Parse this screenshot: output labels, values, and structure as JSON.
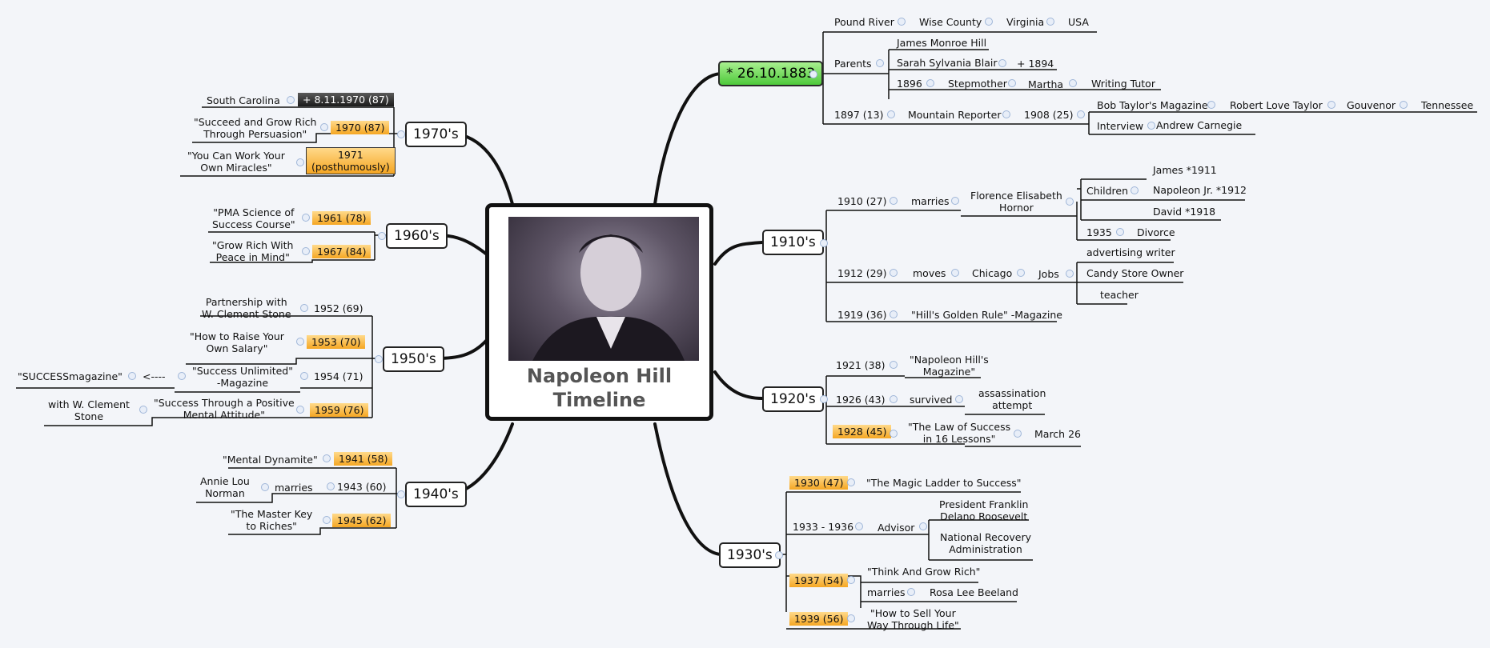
{
  "central": {
    "title_line1": "Napoleon Hill",
    "title_line2": "Timeline",
    "photo_icon": "portrait-photo-icon"
  },
  "branches": {
    "birth": "* 26.10.1883",
    "b1910s": "1910's",
    "b1920s": "1920's",
    "b1930s": "1930's",
    "b1940s": "1940's",
    "b1950s": "1950's",
    "b1960s": "1960's",
    "b1970s": "1970's"
  },
  "birth": {
    "pound_river": "Pound River",
    "wise_county": "Wise County",
    "virginia": "Virginia",
    "usa": "USA",
    "parents": "Parents",
    "james_monroe": "James Monroe Hill",
    "sarah": "Sarah Sylvania Blair",
    "plus1894": "+ 1894",
    "y1896": "1896",
    "stepmother": "Stepmother",
    "martha": "Martha",
    "writing_tutor": "Writing Tutor",
    "y1897": "1897 (13)",
    "mountain_reporter": "Mountain Reporter",
    "y1908": "1908 (25)",
    "bob_taylor": "Bob Taylor's Magazine",
    "robert_love": "Robert Love Taylor",
    "gouvenor": "Gouvenor",
    "tennessee": "Tennessee",
    "interview": "Interview",
    "carnegie": "Andrew Carnegie"
  },
  "d1910s": {
    "y1910": "1910 (27)",
    "marries": "marries",
    "florence1": "Florence Elisabeth",
    "florence2": "Hornor",
    "children": "Children",
    "james": "James *1911",
    "napoleon_jr": "Napoleon Jr. *1912",
    "david": "David *1918",
    "y1935": "1935",
    "divorce": "Divorce",
    "y1912": "1912 (29)",
    "moves": "moves",
    "chicago": "Chicago",
    "jobs": "Jobs",
    "advertising": "advertising writer",
    "candy": "Candy Store Owner",
    "teacher": "teacher",
    "y1919": "1919 (36)",
    "golden_rule": "\"Hill's Golden Rule\" -Magazine"
  },
  "d1920s": {
    "y1921": "1921 (38)",
    "nh_mag1": "\"Napoleon Hill's",
    "nh_mag2": "Magazine\"",
    "y1926": "1926 (43)",
    "survived": "survived",
    "assass1": "assassination",
    "assass2": "attempt",
    "y1928": "1928 (45)",
    "law1": "\"The Law of Success",
    "law2": "in 16 Lessons\"",
    "march26": "March 26"
  },
  "d1930s": {
    "y1930": "1930 (47)",
    "magic_ladder": "\"The Magic Ladder to Success\"",
    "y1933": "1933 - 1936",
    "advisor": "Advisor",
    "fdr1": "President Franklin",
    "fdr2": "Delano Roosevelt",
    "nra1": "National Recovery",
    "nra2": "Administration",
    "y1937": "1937 (54)",
    "think_grow": "\"Think And Grow Rich\"",
    "marries": "marries",
    "rosa": "Rosa Lee Beeland",
    "y1939": "1939 (56)",
    "sell1": "\"How to Sell Your",
    "sell2": "Way Through Life\""
  },
  "d1940s": {
    "mental": "\"Mental Dynamite\"",
    "y1941": "1941 (58)",
    "annie1": "Annie Lou",
    "annie2": "Norman",
    "marries": "marries",
    "y1943": "1943 (60)",
    "master1": "\"The Master Key",
    "master2": "to Riches\"",
    "y1945": "1945 (62)"
  },
  "d1950s": {
    "partner1": "Partnership with",
    "partner2": "W. Clement Stone",
    "y1952": "1952 (69)",
    "raise1": "\"How to Raise Your",
    "raise2": "Own Salary\"",
    "y1953": "1953  (70)",
    "success_mag": "\"SUCCESSmagazine\"",
    "arrow": "<----",
    "unlimited1": "\"Success Unlimited\"",
    "unlimited2": "-Magazine",
    "y1954": "1954 (71)",
    "with_stone1": "with W. Clement",
    "with_stone2": "Stone",
    "pma_att1": "\"Success Through a Positive",
    "pma_att2": "Mental Attitude\"",
    "y1959": "1959 (76)"
  },
  "d1960s": {
    "pma1": "\"PMA Science of",
    "pma2": "Success Course\"",
    "y1961": "1961 (78)",
    "peace1": "\"Grow Rich With",
    "peace2": "Peace in Mind\"",
    "y1967": "1967 (84)"
  },
  "d1970s": {
    "south_carolina": "South Carolina",
    "death": "+ 8.11.1970 (87)",
    "persuasion1": "\"Succeed and Grow Rich",
    "persuasion2": "Through Persuasion\"",
    "y1970": "1970 (87)",
    "miracles1": "\"You Can Work Your",
    "miracles2": "Own Miracles\"",
    "y1971a": "1971",
    "y1971b": "(posthumously)"
  },
  "colors": {
    "highlight": "#f5a623",
    "green": "#4dc93a",
    "line": "#111111"
  }
}
